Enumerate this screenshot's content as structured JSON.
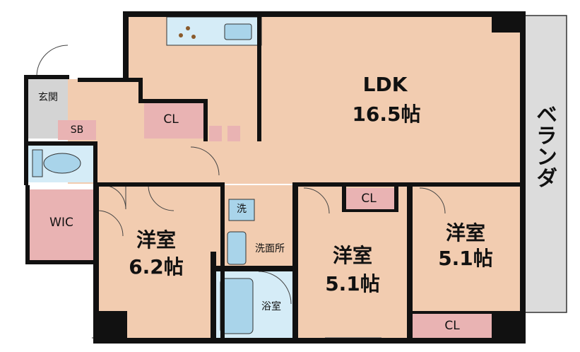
{
  "colors": {
    "wall": "#111111",
    "floor": "#f2ccb0",
    "storage": "#e9b3b3",
    "wet": "#d5ecf7",
    "entrance": "#d4d4d4",
    "balcony": "#dcdcdc",
    "fixture": "#a9d4ea"
  },
  "rooms": {
    "ldk_name": "LDK",
    "ldk_size": "16.5帖",
    "western1_name": "洋室",
    "western1_size": "6.2帖",
    "western2_name": "洋室",
    "western2_size": "5.1帖",
    "western3_name": "洋室",
    "western3_size": "5.1帖",
    "wic": "WIC",
    "entrance": "玄関",
    "sb": "SB",
    "cl_kitchen": "CL",
    "cl_western2": "CL",
    "cl_western3": "CL",
    "laundry": "洗",
    "washroom": "洗面所",
    "bathroom": "浴室",
    "balcony": "ベランダ"
  }
}
